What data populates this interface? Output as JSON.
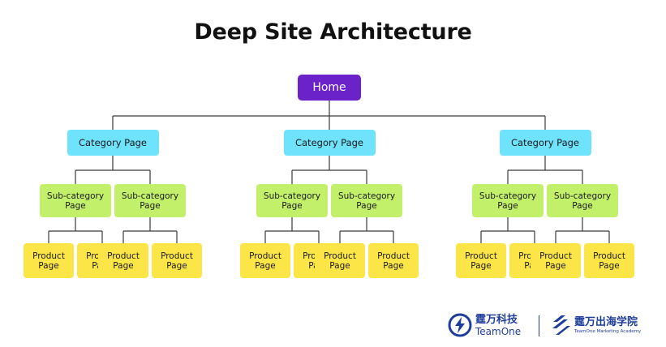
{
  "title": "Deep Site Architecture",
  "colors": {
    "home": "#6b22c9",
    "category": "#6ee3fb",
    "subcategory": "#c3f06b",
    "product": "#fbe547",
    "connector": "#3a3a3a",
    "brand": "#1f3e9a"
  },
  "home": {
    "label": "Home"
  },
  "categories": [
    {
      "label": "Category Page",
      "subcategories": [
        {
          "label": "Sub-category Page",
          "products": [
            "Product Page",
            "Product Page"
          ]
        },
        {
          "label": "Sub-category Page",
          "products": [
            "Product Page",
            "Product Page"
          ]
        }
      ]
    },
    {
      "label": "Category Page",
      "subcategories": [
        {
          "label": "Sub-category Page",
          "products": [
            "Product Page",
            "Product Page"
          ]
        },
        {
          "label": "Sub-category Page",
          "products": [
            "Product Page",
            "Product Page"
          ]
        }
      ]
    },
    {
      "label": "Category Page",
      "subcategories": [
        {
          "label": "Sub-category Page",
          "products": [
            "Product Page",
            "Product Page"
          ]
        },
        {
          "label": "Sub-category Page",
          "products": [
            "Product Page",
            "Product Page"
          ]
        }
      ]
    }
  ],
  "brand": {
    "left_cn": "霆万科技",
    "left_en": "TeamOne",
    "right_cn": "霆万出海学院",
    "right_en": "TeamOne Marketing Academy",
    "left_logo_icon": "lightning-circle-icon",
    "right_logo_icon": "stripe-mark-icon"
  }
}
